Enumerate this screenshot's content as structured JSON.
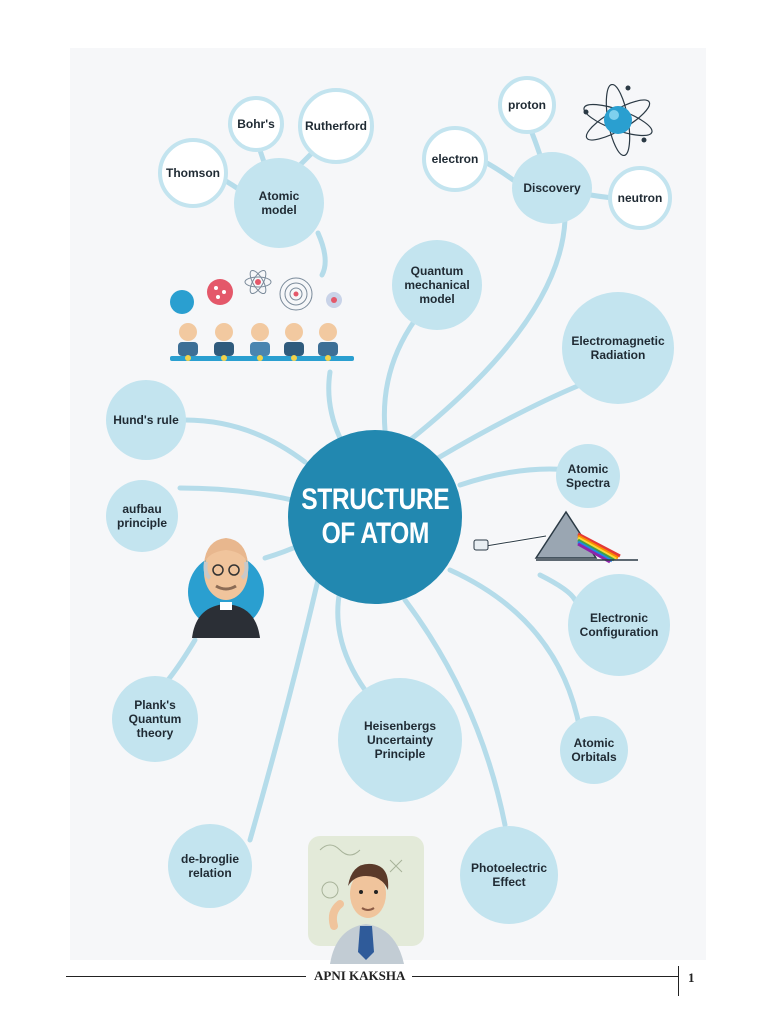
{
  "title": "STRUCTURE OF ATOM",
  "title_lines": [
    "STRUCTURE",
    "OF ATOM"
  ],
  "nodes": {
    "atomic_model": "Atomic model",
    "thomson": "Thomson",
    "bohrs": "Bohr's",
    "rutherford": "Rutherford",
    "discovery": "Discovery",
    "electron": "electron",
    "proton": "proton",
    "neutron": "neutron",
    "quantum_mechanical_model": "Quantum mechanical model",
    "electromagnetic_radiation": "Electromagnetic Radiation",
    "hunds_rule": "Hund's rule",
    "aufbau_principle": "aufbau principle",
    "atomic_spectra": "Atomic Spectra",
    "electronic_configuration": "Electronic Configuration",
    "planks_quantum_theory": "Plank's Quantum theory",
    "heisenbergs_uncertainty_principle": "Heisenbergs Uncertainty Principle",
    "atomic_orbitals": "Atomic Orbitals",
    "de_broglie_relation": "de-broglie relation",
    "photoelectric_effect": "Photoelectric Effect"
  },
  "footer": {
    "brand": "APNI KAKSHA",
    "page_number": "1"
  },
  "colors": {
    "node_fill": "#c3e4ef",
    "center_fill": "#2288b0",
    "connector": "#b5dcea",
    "panel": "#f6f7f9"
  }
}
